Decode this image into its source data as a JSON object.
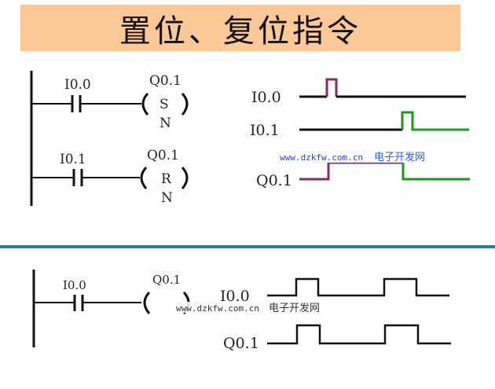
{
  "title": "置位、复位指令",
  "colors": {
    "title_bg": "#fbc997",
    "divider": "#1a8a8a",
    "pulse_set": "#8b2a5c",
    "pulse_reset": "#1a9a1a",
    "line": "#111111",
    "watermark_url": "#2a3fd0",
    "watermark_cn": "#2a5fd8"
  },
  "ladder_top": {
    "rungs": [
      {
        "contact": "I0.0",
        "coil": "Q0.1",
        "coil_type": "S",
        "coil_count": "N"
      },
      {
        "contact": "I0.1",
        "coil": "Q0.1",
        "coil_type": "R",
        "coil_count": "N"
      }
    ]
  },
  "timing_top": {
    "signals": [
      {
        "name": "I0.0"
      },
      {
        "name": "I0.1"
      },
      {
        "name": "Q0.1"
      }
    ]
  },
  "ladder_bottom": {
    "rungs": [
      {
        "contact": "I0.0",
        "coil": "Q0.1"
      }
    ]
  },
  "timing_bottom": {
    "signals": [
      {
        "name": "I0.0"
      },
      {
        "name": "Q0.1"
      }
    ]
  },
  "watermark": {
    "url": "www.dzkfw.com.cn",
    "site_name": "电子开发网"
  }
}
